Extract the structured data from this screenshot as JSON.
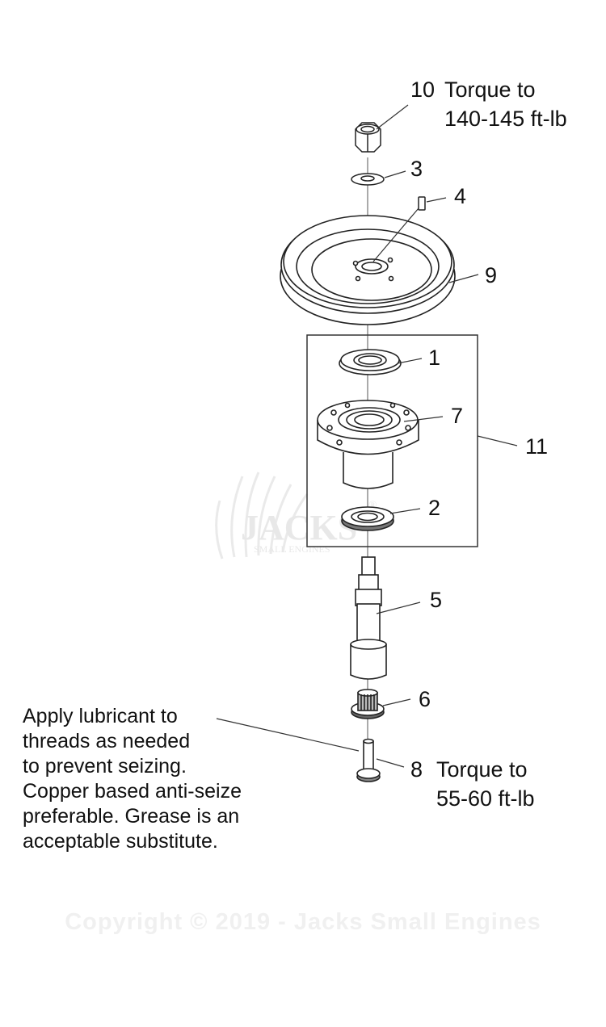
{
  "callouts": {
    "c10": {
      "number": "10",
      "line1": "Torque to",
      "line2": "140-145 ft-lb"
    },
    "c3": {
      "number": "3"
    },
    "c4": {
      "number": "4"
    },
    "c9": {
      "number": "9"
    },
    "c1": {
      "number": "1"
    },
    "c7": {
      "number": "7"
    },
    "c11": {
      "number": "11"
    },
    "c2": {
      "number": "2"
    },
    "c5": {
      "number": "5"
    },
    "c6": {
      "number": "6"
    },
    "c8": {
      "number": "8",
      "line1": "Torque to",
      "line2": "55-60 ft-lb"
    }
  },
  "note": {
    "lines": [
      "Apply lubricant to",
      "threads as needed",
      "to prevent seizing.",
      "Copper based anti-seize",
      "preferable. Grease is an",
      "acceptable substitute."
    ]
  },
  "watermark": {
    "logo_text": "JACKS",
    "logo_subtext": "SMALL ENGINES",
    "registered": "®"
  },
  "copyright": "Copyright © 2019 - Jacks Small Engines"
}
